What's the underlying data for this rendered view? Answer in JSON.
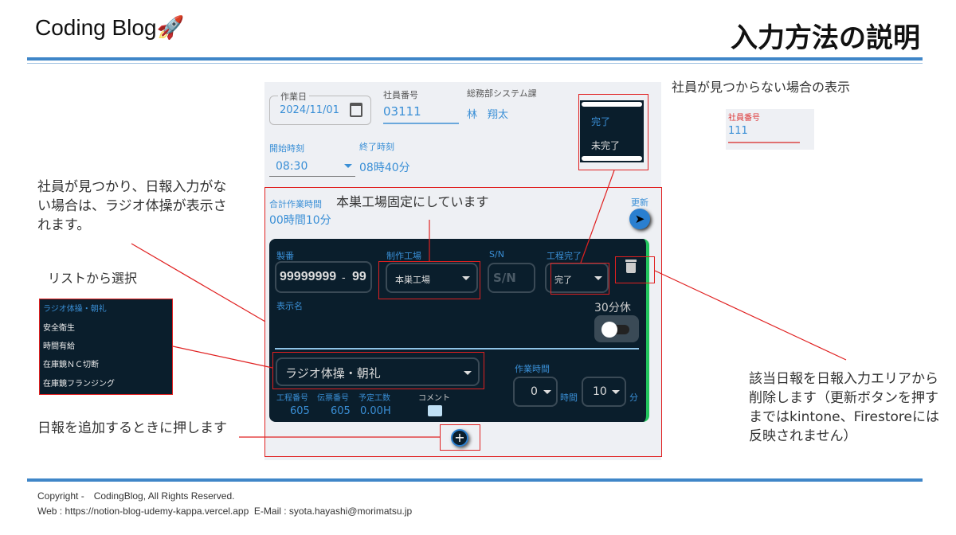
{
  "header": {
    "brand": "Coding Blog",
    "brand_icon": "rocket-icon",
    "title": "入力方法の説明"
  },
  "form": {
    "work_date_label": "作業日",
    "work_date": "2024/11/01",
    "employee_no_label": "社員番号",
    "employee_no": "03111",
    "department": "総務部システム課",
    "employee_name": "林　翔太",
    "start_label": "開始時刻",
    "start_time": "08:30",
    "end_label": "終了時刻",
    "end_time": "08時40分",
    "total_label": "合計作業時間",
    "total_time": "00時間10分",
    "update_label": "更新",
    "status_options": [
      "完了",
      "未完了"
    ]
  },
  "card": {
    "seiban_label": "製番",
    "seiban": "99999999",
    "seiban_sub": "99",
    "factory_label": "制作工場",
    "factory": "本巣工場",
    "sn_label": "S/N",
    "sn_placeholder": "S/N",
    "process_done_label": "工程完了",
    "process_done": "完了",
    "display_name_label": "表示名",
    "break_label": "30分休",
    "break_on": false,
    "task": "ラジオ体操・朝礼",
    "work_time_label": "作業時間",
    "hours": "0",
    "hours_unit": "時間",
    "minutes": "10",
    "minutes_unit": "分",
    "process_no_label": "工程番号",
    "process_no": "605",
    "slip_no_label": "伝票番号",
    "slip_no": "605",
    "planned_label": "予定工数",
    "planned": "0.00H",
    "comment_label": "コメント"
  },
  "task_list": [
    "ラジオ体操・朝礼",
    "安全衛生",
    "時間有給",
    "在庫鏡ＮＣ切断",
    "在庫鏡フランジング"
  ],
  "not_found": {
    "title": "社員が見つからない場合の表示",
    "label": "社員番号",
    "value": "111"
  },
  "notes": {
    "found": "社員が見つかり、日報入力がない場合は、ラジオ体操が表示されます。",
    "fixed": "本巣工場固定にしています",
    "list": "リストから選択",
    "add": "日報を追加するときに押します",
    "delete": "該当日報を日報入力エリアから削除します（更新ボタンを押すまではkintone、Firestoreには反映されません）"
  },
  "footer": {
    "copyright": "Copyright -　CodingBlog, All Rights Reserved.",
    "contact": "Web : https://notion-blog-udemy-kappa.vercel.app  E-Mail : syota.hayashi@morimatsu.jp"
  },
  "colors": {
    "accent": "#3a8fd6",
    "rule": "#3f86c8",
    "card": "#0a1e2c",
    "annotation": "#e02020"
  }
}
